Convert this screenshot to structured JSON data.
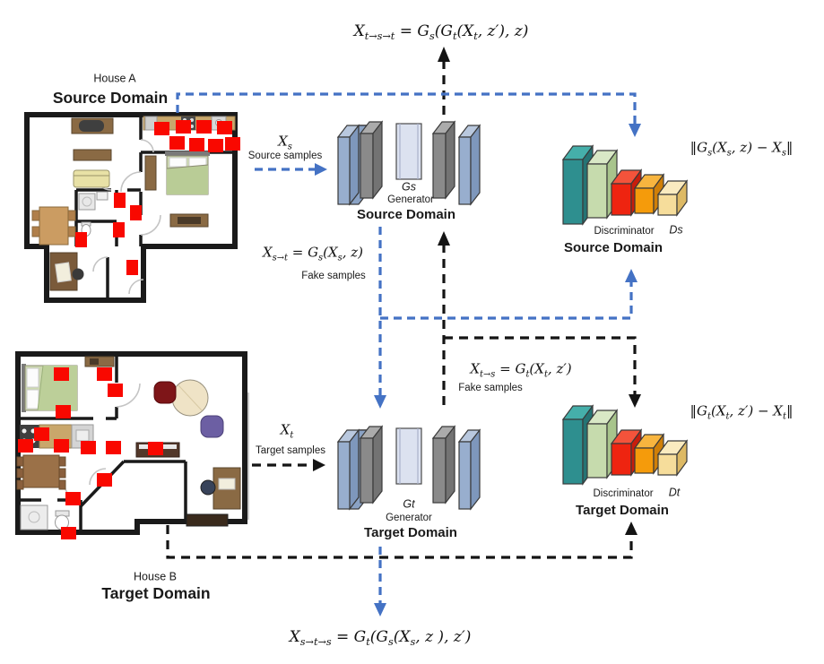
{
  "formulas": {
    "cycle_t": {
      "p1": "X",
      "s1": "t→s→t",
      "p2": " = G",
      "s2": "s",
      "p3": "(G",
      "s3": "t",
      "p4": "(X",
      "s4": "t",
      "p5": ", z′), z)"
    },
    "loss_s": {
      "p1": "‖G",
      "s1": "s",
      "p2": "(X",
      "s2": "s",
      "p3": ", z) − X",
      "s3": "s",
      "p4": "‖"
    },
    "fake_st": {
      "p1": "X",
      "s1": "s→t",
      "p2": " = G",
      "s2": "s",
      "p3": "(X",
      "s3": "s",
      "p4": ", z)",
      "caption": "Fake samples"
    },
    "fake_ts": {
      "p1": "X",
      "s1": "t→s",
      "p2": " = G",
      "s2": "t",
      "p3": "(X",
      "s3": "t",
      "p4": ", z′)",
      "caption": "Fake samples"
    },
    "loss_t": {
      "p1": "‖G",
      "s1": "t",
      "p2": "(X",
      "s2": "t",
      "p3": ", z′) − X",
      "s3": "t",
      "p4": "‖"
    },
    "cycle_s": {
      "p1": "X",
      "s1": "s→t→s",
      "p2": " = G",
      "s2": "t",
      "p3": "(G",
      "s3": "s",
      "p4": "(X",
      "s4": "s",
      "p5": ", z ), z′)"
    }
  },
  "houses": {
    "a": {
      "title": "House A",
      "domain": "Source Domain"
    },
    "b": {
      "title": "House B",
      "domain": "Target Domain"
    }
  },
  "samples": {
    "source": {
      "var": "X",
      "sub": "s",
      "label": "Source samples"
    },
    "target": {
      "var": "X",
      "sub": "t",
      "label": "Target samples"
    }
  },
  "generators": {
    "source": {
      "id": "Gs",
      "role": "Generator",
      "domain": "Source Domain"
    },
    "target": {
      "id": "Gt",
      "role": "Generator",
      "domain": "Target Domain"
    }
  },
  "discriminators": {
    "source": {
      "role": "Discriminator",
      "id": "Ds",
      "domain": "Source Domain"
    },
    "target": {
      "role": "Discriminator",
      "id": "Dt",
      "domain": "Target Domain"
    }
  },
  "colors": {
    "arrow_blue": "#4472C4",
    "arrow_black": "#141414",
    "sensor_red": "#F90800",
    "disc_bars": [
      "#2E8F8F",
      "#C6DBAD",
      "#EE2410",
      "#F59B0B",
      "#F6DD9B"
    ],
    "gen_slab_blue": "#98AECE",
    "gen_slab_gray": "#8A8A8A",
    "gen_core": "#DCE2F0"
  }
}
